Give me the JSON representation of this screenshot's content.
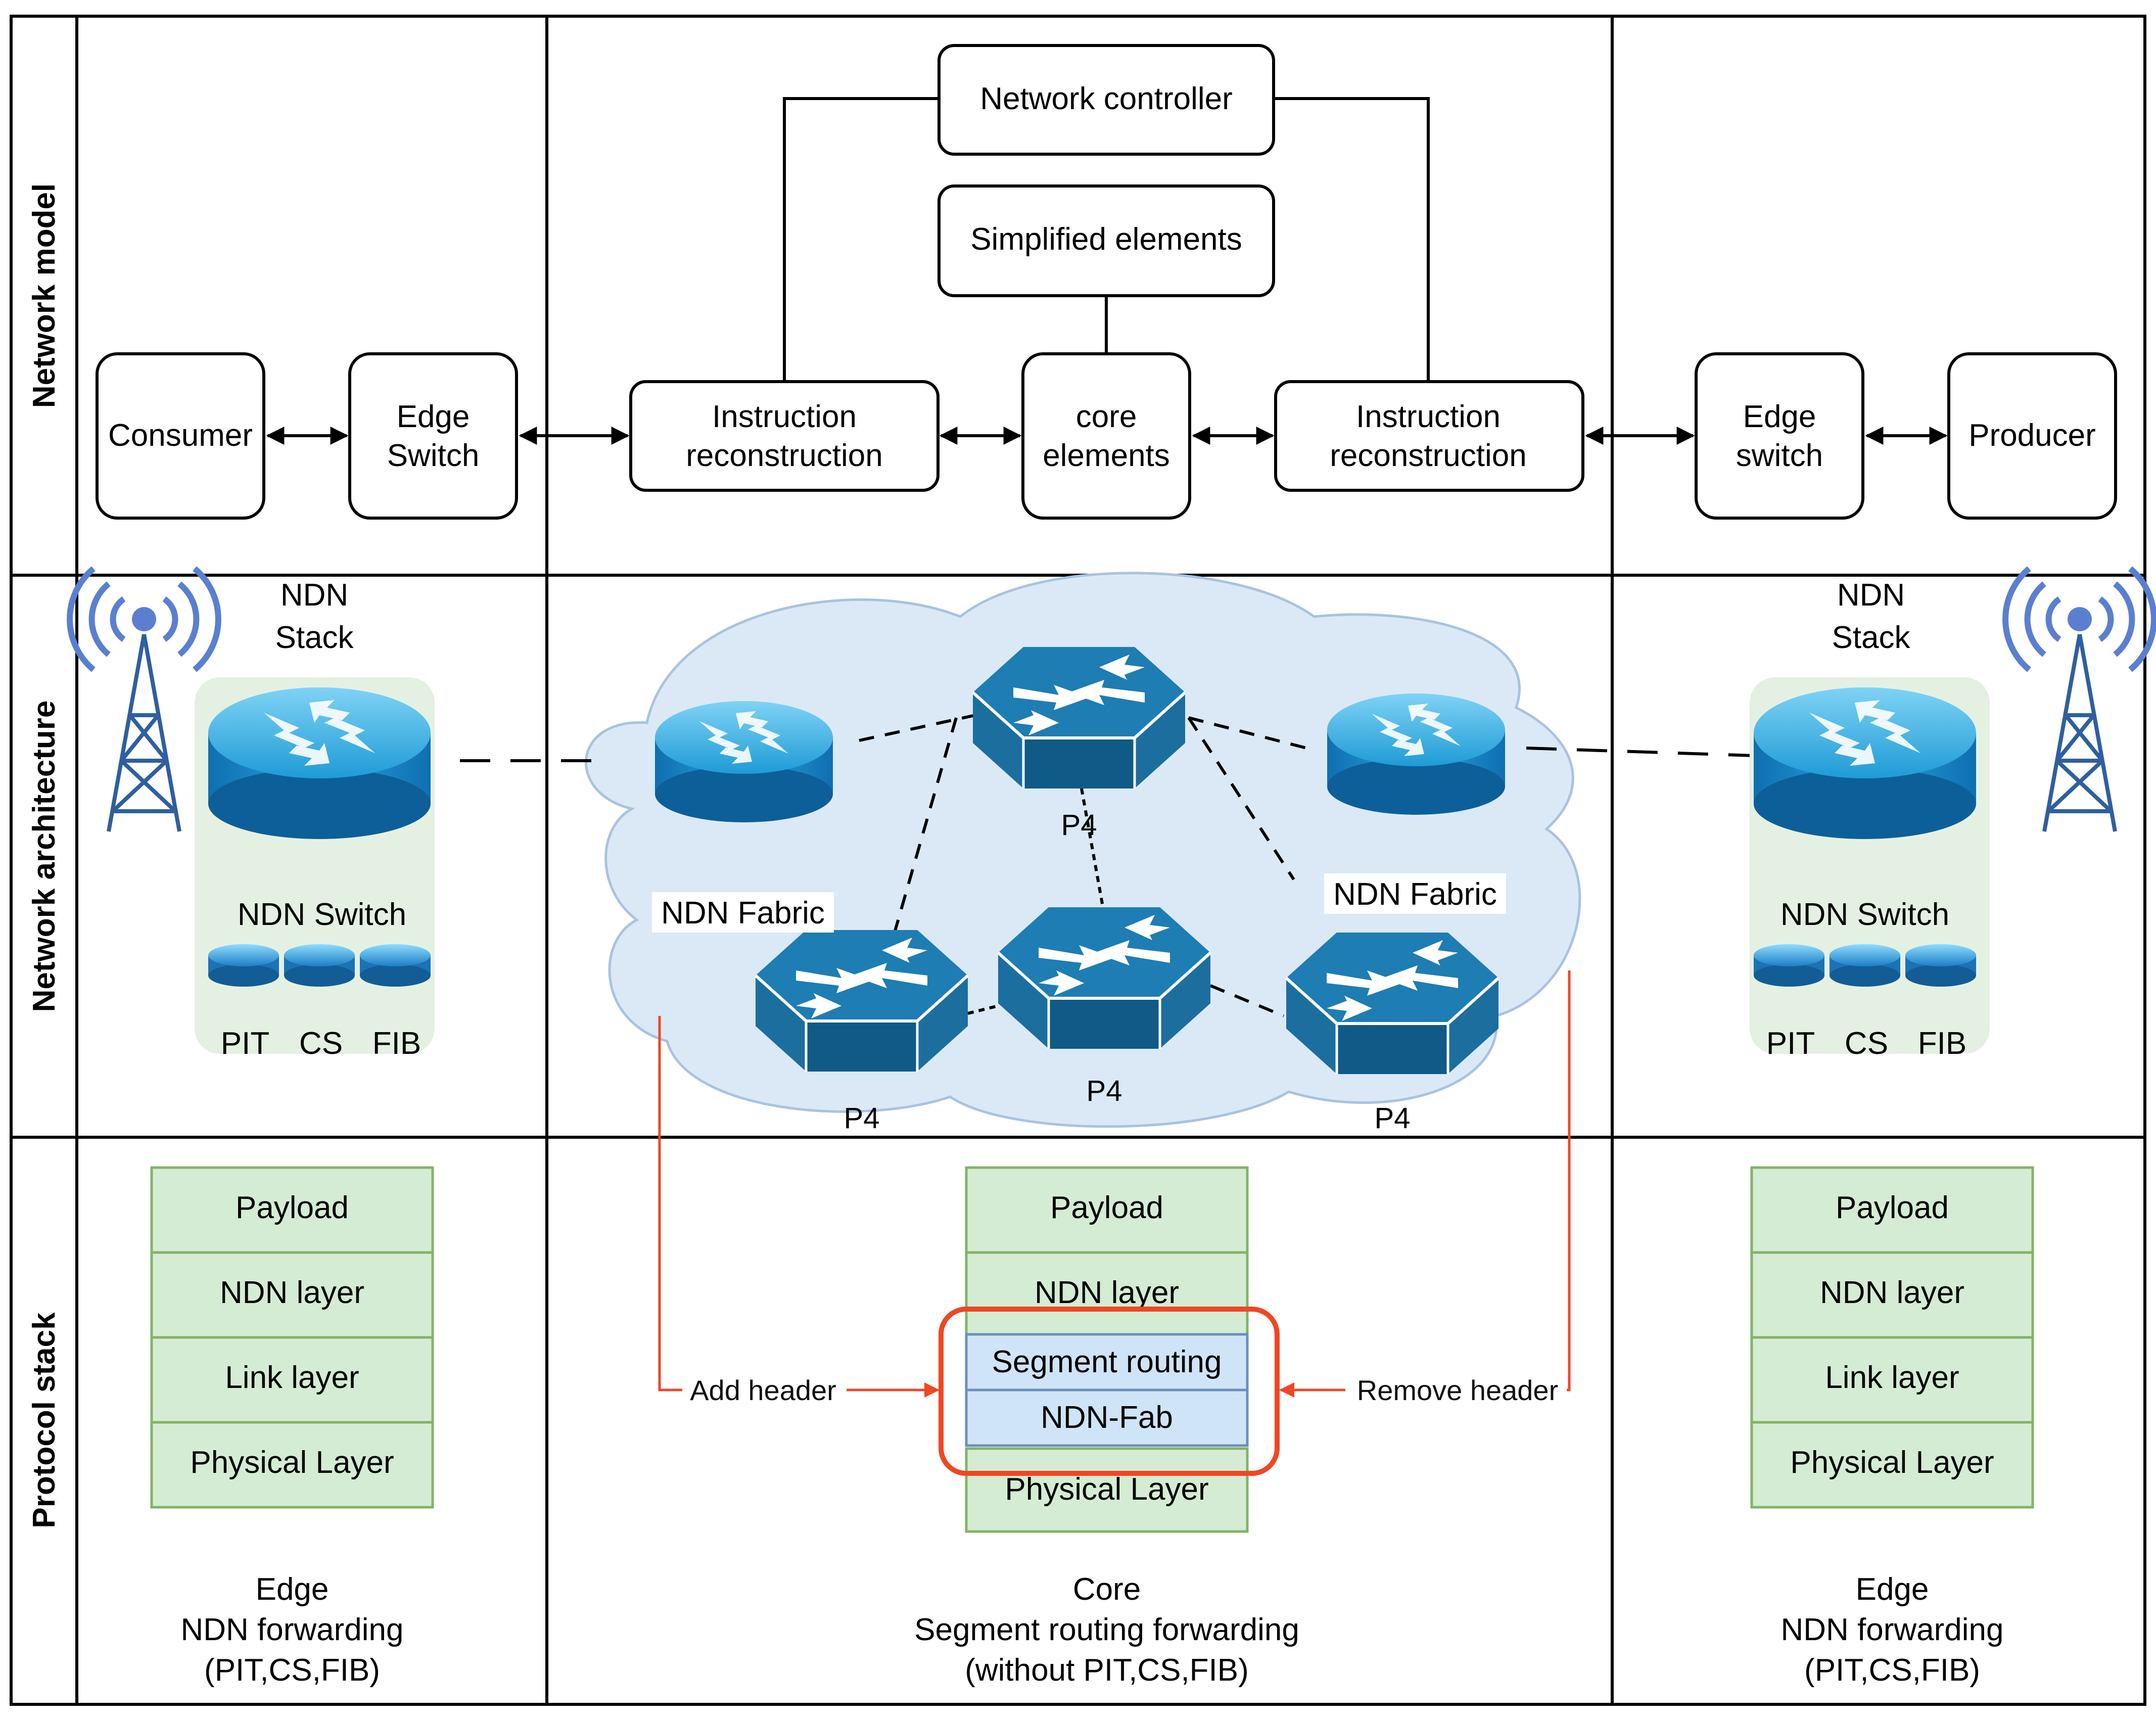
{
  "rows": {
    "model": "Network model",
    "architecture": "Network architecture",
    "stack": "Protocol stack"
  },
  "model": {
    "consumer": "Consumer",
    "edge_left_1": "Edge",
    "edge_left_2": "Switch",
    "instr_left_1": "Instruction",
    "instr_left_2": "reconstruction",
    "core_1": "core",
    "core_2": "elements",
    "instr_right_1": "Instruction",
    "instr_right_2": "reconstruction",
    "edge_right_1": "Edge",
    "edge_right_2": "switch",
    "producer": "Producer",
    "controller": "Network controller",
    "simplified": "Simplified elements"
  },
  "architecture": {
    "left_stack_1": "NDN",
    "left_stack_2": "Stack",
    "left_switch": "NDN Switch",
    "left_tables": [
      "PIT",
      "CS",
      "FIB"
    ],
    "right_stack_1": "NDN",
    "right_stack_2": "Stack",
    "right_switch": "NDN Switch",
    "right_tables": [
      "PIT",
      "CS",
      "FIB"
    ],
    "fabric_left": "NDN Fabric",
    "fabric_right": "NDN Fabric",
    "p4_top": "P4",
    "p4_left": "P4",
    "p4_mid": "P4",
    "p4_right": "P4"
  },
  "stack": {
    "left_layers": [
      "Payload",
      "NDN layer",
      "Link layer",
      "Physical Layer"
    ],
    "core_layers": [
      "Payload",
      "NDN layer",
      "Segment routing",
      "NDN-Fab",
      "Physical Layer"
    ],
    "right_layers": [
      "Payload",
      "NDN layer",
      "Link layer",
      "Physical Layer"
    ],
    "add_header": "Add header",
    "remove_header": "Remove header",
    "left_caption": [
      "Edge",
      "NDN forwarding",
      "(PIT,CS,FIB)"
    ],
    "core_caption": [
      "Core",
      "Segment routing forwarding",
      "(without PIT,CS,FIB)"
    ],
    "right_caption": [
      "Edge",
      "NDN forwarding",
      "(PIT,CS,FIB)"
    ]
  },
  "colors": {
    "layer_fill": "#d5ecd4",
    "layer_stroke": "#82b366",
    "sr_fill": "#cfe4f7",
    "sr_stroke": "#6c8ebf",
    "highlight": "#ef4723",
    "router_blue": "#1c6e9e",
    "cloud_fill": "#dbe9f7",
    "switch_panel": "#e4f1e2"
  }
}
